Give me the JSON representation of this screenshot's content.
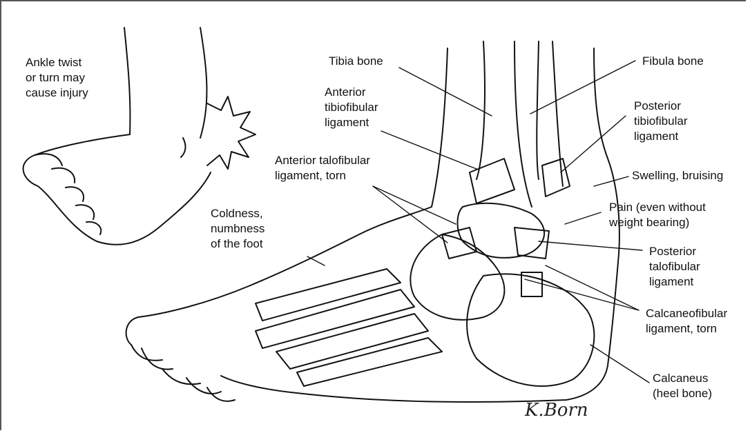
{
  "diagram": {
    "labels": {
      "ankle_twist": "Ankle twist\nor turn may\ncause injury",
      "tibia": "Tibia bone",
      "fibula": "Fibula bone",
      "ant_tibiofibular": "Anterior\ntibiofibular\nligament",
      "post_tibiofibular": "Posterior\ntibiofibular\nligament",
      "ant_talofibular": "Anterior talofibular\nligament, torn",
      "swelling": "Swelling, bruising",
      "pain": "Pain (even without\nweight bearing)",
      "coldness": "Coldness,\nnumbness\nof the foot",
      "post_talofibular": "Posterior\ntalofibular\nligament",
      "calcaneofibular": "Calcaneofibular\nligament, torn",
      "calcaneus": "Calcaneus\n(heel bone)"
    },
    "signature": "K.Born",
    "colors": {
      "line": "#111111",
      "background": "#ffffff",
      "frame": "#555555"
    }
  }
}
